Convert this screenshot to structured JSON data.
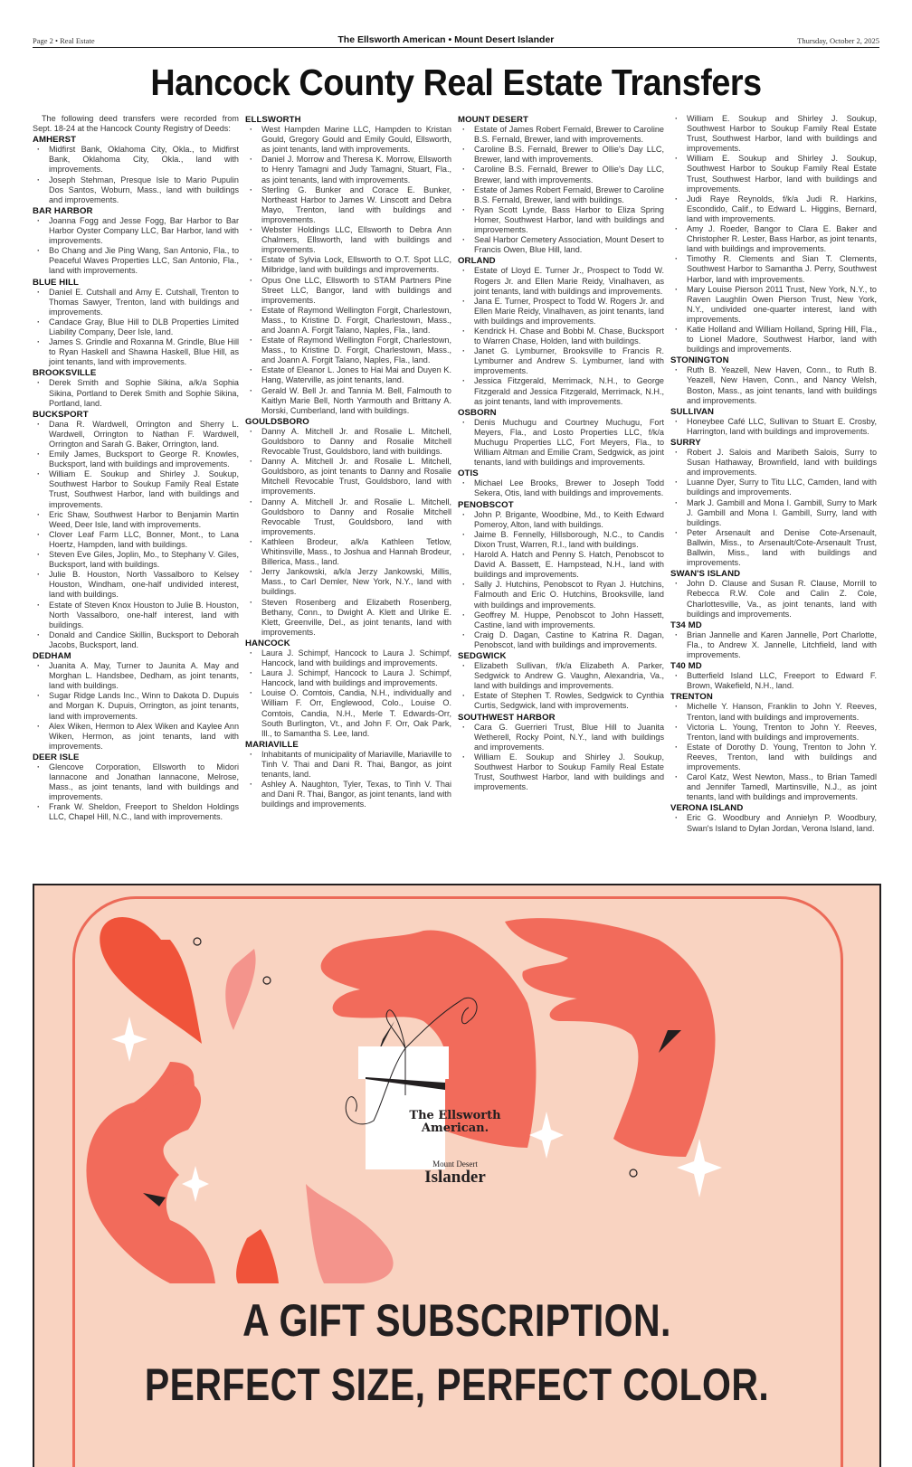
{
  "masthead": {
    "left": "Page 2 • Real Estate",
    "center": "The Ellsworth American • Mount Desert Islander",
    "right": "Thursday, October 2, 2025"
  },
  "headline": "Hancock County Real Estate Transfers",
  "intro": "The following deed transfers were recorded from Sept. 18-24 at the Hancock County Registry of Deeds:",
  "columns": [
    [
      {
        "town": "AMHERST",
        "entries": [
          "Midfirst Bank, Oklahoma City, Okla., to Midfirst Bank, Oklahoma City, Okla., land with improvements.",
          "Joseph Stehman, Presque Isle to Mario Pupulin Dos Santos, Woburn, Mass., land with buildings and improvements."
        ]
      },
      {
        "town": "BAR HARBOR",
        "entries": [
          "Joanna Fogg and Jesse Fogg, Bar Harbor to Bar Harbor Oyster Company LLC, Bar Harbor, land with improvements.",
          "Bo Chang and Jie Ping Wang, San Antonio, Fla., to Peaceful Waves Properties LLC, San Antonio, Fla., land with improvements."
        ]
      },
      {
        "town": "BLUE HILL",
        "entries": [
          "Daniel E. Cutshall and Amy E. Cutshall, Trenton to Thomas Sawyer, Trenton, land with buildings and improvements.",
          "Candace Gray, Blue Hill to DLB Properties Limited Liability Company, Deer Isle, land.",
          "James S. Grindle and Roxanna M. Grindle, Blue Hill to Ryan Haskell and Shawna Haskell, Blue Hill, as joint tenants, land with improvements."
        ]
      },
      {
        "town": "BROOKSVILLE",
        "entries": [
          "Derek Smith and Sophie Sikina, a/k/a Sophia Sikina, Portland to Derek Smith and Sophie Sikina, Portland, land."
        ]
      },
      {
        "town": "BUCKSPORT",
        "entries": [
          "Dana R. Wardwell, Orrington and Sherry L. Wardwell, Orrington to Nathan F. Wardwell, Orrington and Sarah G. Baker, Orrington, land.",
          "Emily James, Bucksport to George R. Knowles, Bucksport, land with buildings and improvements.",
          "William E. Soukup and Shirley J. Soukup, Southwest Harbor to Soukup Family Real Estate Trust, Southwest Harbor, land with buildings and improvements.",
          "Eric Shaw, Southwest Harbor to Benjamin Martin Weed, Deer Isle, land with improvements.",
          "Clover Leaf Farm LLC, Bonner, Mont., to Lana Hoertz, Hampden, land with buildings.",
          "Steven Eve Giles, Joplin, Mo., to Stephany V. Giles, Bucksport, land with buildings.",
          "Julie B. Houston, North Vassalboro to Kelsey Houston, Windham, one-half undivided interest, land with buildings.",
          "Estate of Steven Knox Houston to Julie B. Houston, North Vassalboro, one-half interest, land with buildings.",
          "Donald and Candice Skillin, Bucksport to Deborah Jacobs, Bucksport, land."
        ]
      },
      {
        "town": "DEDHAM",
        "entries": [
          "Juanita A. May, Turner to Jaunita A. May and Morghan L. Handsbee, Dedham, as joint tenants, land with buildings.",
          "Sugar Ridge Lands Inc., Winn to Dakota D. Dupuis and Morgan K. Dupuis, Orrington, as joint tenants, land with improvements.",
          "Alex Wiken, Hermon to Alex Wiken and Kaylee Ann Wiken, Hermon, as joint tenants, land with improvements."
        ]
      },
      {
        "town": "DEER ISLE",
        "entries": [
          "Glencove Corporation, Ellsworth to Midori Iannacone and Jonathan Iannacone, Melrose, Mass., as joint tenants, land with buildings and improvements.",
          "Frank W. Sheldon, Freeport to Sheldon Holdings LLC, Chapel Hill, N.C., land with improvements."
        ]
      }
    ],
    [
      {
        "town": "ELLSWORTH",
        "entries": [
          "West Hampden Marine LLC, Hampden to Kristan Gould, Gregory Gould and Emily Gould, Ellsworth, as joint tenants, land with improvements.",
          "Daniel J. Morrow and Theresa K. Morrow, Ellsworth to Henry Tamagni and Judy Tamagni, Stuart, Fla., as joint tenants, land with improvements.",
          "Sterling G. Bunker and Corace E. Bunker, Northeast Harbor to James W. Linscott and Debra Mayo, Trenton, land with buildings and improvements.",
          "Webster Holdings LLC, Ellsworth to Debra Ann Chalmers, Ellsworth, land with buildings and improvements.",
          "Estate of Sylvia Lock, Ellsworth to O.T. Spot LLC, Milbridge, land with buildings and improvements.",
          "Opus One LLC, Ellsworth to STAM Partners Pine Street LLC, Bangor, land with buildings and improvements.",
          "Estate of Raymond Wellington Forgit, Charlestown, Mass., to Kristine D. Forgit, Charlestown, Mass., and Joann A. Forgit Talano, Naples, Fla., land.",
          "Estate of Raymond Wellington Forgit, Charlestown, Mass., to Kristine D. Forgit, Charlestown, Mass., and Joann A. Forgit Talano, Naples, Fla., land.",
          "Estate of Eleanor L. Jones to Hai Mai and Duyen K. Hang, Waterville, as joint tenants, land.",
          "Gerald W. Bell Jr. and Tannia M. Bell, Falmouth to Kaitlyn Marie Bell, North Yarmouth and Brittany A. Morski, Cumberland, land with buildings."
        ]
      },
      {
        "town": "GOULDSBORO",
        "entries": [
          "Danny A. Mitchell Jr. and Rosalie L. Mitchell, Gouldsboro to Danny and Rosalie Mitchell Revocable Trust, Gouldsboro, land with buildings.",
          "Danny A. Mitchell Jr. and Rosalie L. Mitchell, Gouldsboro, as joint tenants to Danny and Rosalie Mitchell Revocable Trust, Gouldsboro, land with improvements.",
          "Danny A. Mitchell Jr. and Rosalie L. Mitchell, Gouldsboro to Danny and Rosalie Mitchell Revocable Trust, Gouldsboro, land with improvements.",
          "Kathleen Brodeur, a/k/a Kathleen Tetlow, Whitinsville, Mass., to Joshua and Hannah Brodeur, Billerica, Mass., land.",
          "Jerry Jankowski, a/k/a Jerzy Jankowski, Millis, Mass., to Carl Demler, New York, N.Y., land with buildings.",
          "Steven Rosenberg and Elizabeth Rosenberg, Bethany, Conn., to Dwight A. Klett and Ulrike E. Klett, Greenville, Del., as joint tenants, land with improvements."
        ]
      },
      {
        "town": "HANCOCK",
        "entries": [
          "Laura J. Schimpf, Hancock to Laura J. Schimpf, Hancock, land with buildings and improvements.",
          "Laura J. Schimpf, Hancock to Laura J. Schimpf, Hancock, land with buildings and improvements.",
          "Louise O. Comtois, Candia, N.H., individually and William F. Orr, Englewood, Colo., Louise O. Comtois, Candia, N.H., Merle T. Edwards-Orr, South Burlington, Vt., and John F. Orr, Oak Park, Ill., to Samantha S. Lee, land."
        ]
      },
      {
        "town": "MARIAVILLE",
        "entries": [
          "Inhabitants of municipality of Mariaville, Mariaville to Tinh V. Thai and Dani R. Thai, Bangor, as joint tenants, land.",
          "Ashley A. Naughton, Tyler, Texas, to Tinh V. Thai and Dani R. Thai, Bangor, as joint tenants, land with buildings and improvements."
        ]
      }
    ],
    [
      {
        "town": "MOUNT DESERT",
        "entries": [
          "Estate of James Robert Fernald, Brewer to Caroline B.S. Fernald, Brewer, land with improvements.",
          "Caroline B.S. Fernald, Brewer to Ollie's Day LLC, Brewer, land with improvements.",
          "Caroline B.S. Fernald, Brewer to Ollie's Day LLC, Brewer, land with improvements.",
          "Estate of James Robert Fernald, Brewer to Caroline B.S. Fernald, Brewer, land with buildings.",
          "Ryan Scott Lynde, Bass Harbor to Eliza Spring Homer, Southwest Harbor, land with buildings and improvements.",
          "Seal Harbor Cemetery Association, Mount Desert to Francis Owen, Blue Hill, land."
        ]
      },
      {
        "town": "ORLAND",
        "entries": [
          "Estate of Lloyd E. Turner Jr., Prospect to Todd W. Rogers Jr. and Ellen Marie Reidy, Vinalhaven, as joint tenants, land with buildings and improvements.",
          "Jana E. Turner, Prospect to Todd W. Rogers Jr. and Ellen Marie Reidy, Vinalhaven, as joint tenants, land with buildings and improvements.",
          "Kendrick H. Chase and Bobbi M. Chase, Bucksport to Warren Chase, Holden, land with buildings.",
          "Janet G. Lymburner, Brooksville to Francis R. Lymburner and Andrew S. Lymburner, land with improvements.",
          "Jessica Fitzgerald, Merrimack, N.H., to George Fitzgerald and Jessica Fitzgerald, Merrimack, N.H., as joint tenants, land with improvements."
        ]
      },
      {
        "town": "OSBORN",
        "entries": [
          "Denis Muchugu and Courtney Muchugu, Fort Meyers, Fla., and Losto Properties LLC, f/k/a Muchugu Properties LLC, Fort Meyers, Fla., to William Altman and Emilie Cram, Sedgwick, as joint tenants, land with buildings and improvements."
        ]
      },
      {
        "town": "OTIS",
        "entries": [
          "Michael Lee Brooks, Brewer to Joseph Todd Sekera, Otis, land with buildings and improvements."
        ]
      },
      {
        "town": "PENOBSCOT",
        "entries": [
          "John P. Brigante, Woodbine, Md., to Keith Edward Pomeroy, Alton, land with buildings.",
          "Jaime B. Fennelly, Hillsborough, N.C., to Candis Dixon Trust, Warren, R.I., land with buildings.",
          "Harold A. Hatch and Penny S. Hatch, Penobscot to David A. Bassett, E. Hampstead, N.H., land with buildings and improvements.",
          "Sally J. Hutchins, Penobscot to Ryan J. Hutchins, Falmouth and Eric O. Hutchins, Brooksville, land with buildings and improvements.",
          "Geoffrey M. Huppe, Penobscot to John Hassett, Castine, land with improvements.",
          "Craig D. Dagan, Castine to Katrina R. Dagan, Penobscot, land with buildings and improvements."
        ]
      },
      {
        "town": "SEDGWICK",
        "entries": [
          "Elizabeth Sullivan, f/k/a Elizabeth A. Parker, Sedgwick to Andrew G. Vaughn, Alexandria, Va., land with buildings and improvements.",
          "Estate of Stephen T. Rowles, Sedgwick to Cynthia Curtis, Sedgwick, land with improvements."
        ]
      },
      {
        "town": "SOUTHWEST HARBOR",
        "entries": [
          "Cara G. Guerrieri Trust, Blue Hill to Juanita Wetherell, Rocky Point, N.Y., land with buildings and improvements.",
          "William E. Soukup and Shirley J. Soukup, Southwest Harbor to Soukup Family Real Estate Trust, Southwest Harbor, land with buildings and improvements."
        ]
      }
    ],
    [
      {
        "town": "",
        "entries": [
          "William E. Soukup and Shirley J. Soukup, Southwest Harbor to Soukup Family Real Estate Trust, Southwest Harbor, land with buildings and improvements.",
          "William E. Soukup and Shirley J. Soukup, Southwest Harbor to Soukup Family Real Estate Trust, Southwest Harbor, land with buildings and improvements.",
          "Judi Raye Reynolds, f/k/a Judi R. Harkins, Escondido, Calif., to Edward L. Higgins, Bernard, land with improvements.",
          "Amy J. Roeder, Bangor to Clara E. Baker and Christopher R. Lester, Bass Harbor, as joint tenants, land with buildings and improvements.",
          "Timothy R. Clements and Sian T. Clements, Southwest Harbor to Samantha J. Perry, Southwest Harbor, land with improvements.",
          "Mary Louise Pierson 2011 Trust, New York, N.Y., to Raven Laughlin Owen Pierson Trust, New York, N.Y., undivided one-quarter interest, land with improvements.",
          "Katie Holland and William Holland, Spring Hill, Fla., to Lionel Madore, Southwest Harbor, land with buildings and improvements."
        ]
      },
      {
        "town": "STONINGTON",
        "entries": [
          "Ruth B. Yeazell, New Haven, Conn., to Ruth B. Yeazell, New Haven, Conn., and Nancy Welsh, Boston, Mass., as joint tenants, land with buildings and improvements."
        ]
      },
      {
        "town": "SULLIVAN",
        "entries": [
          "Honeybee Café LLC, Sullivan to Stuart E. Crosby, Harrington, land with buildings and improvements."
        ]
      },
      {
        "town": "SURRY",
        "entries": [
          "Robert J. Salois and Maribeth Salois, Surry to Susan Hathaway, Brownfield, land with buildings and improvements.",
          "Luanne Dyer, Surry to Titu LLC, Camden, land with buildings and improvements.",
          "Mark J. Gambill and Mona I. Gambill, Surry to Mark J. Gambill and Mona I. Gambill, Surry, land with buildings.",
          "Peter Arsenault and Denise Cote-Arsenault, Ballwin, Miss., to Arsenault/Cote-Arsenault Trust, Ballwin, Miss., land with buildings and improvements."
        ]
      },
      {
        "town": "SWAN'S ISLAND",
        "entries": [
          "John D. Clause and Susan R. Clause, Morrill to Rebecca R.W. Cole and Calin Z. Cole, Charlottesville, Va., as joint tenants, land with buildings and improvements."
        ]
      },
      {
        "town": "T34 MD",
        "entries": [
          "Brian Jannelle and Karen Jannelle, Port Charlotte, Fla., to Andrew X. Jannelle, Litchfield, land with improvements."
        ]
      },
      {
        "town": "T40 MD",
        "entries": [
          "Butterfield Island LLC, Freeport to Edward F. Brown, Wakefield, N.H., land."
        ]
      },
      {
        "town": "TRENTON",
        "entries": [
          "Michelle Y. Hanson, Franklin to John Y. Reeves, Trenton, land with buildings and improvements.",
          "Victoria L. Young, Trenton to John Y. Reeves, Trenton, land with buildings and improvements.",
          "Estate of Dorothy D. Young, Trenton to John Y. Reeves, Trenton, land with buildings and improvements.",
          "Carol Katz, West Newton, Mass., to Brian Tamedl and Jennifer Tamedl, Martinsville, N.J., as joint tenants, land with buildings and improvements."
        ]
      },
      {
        "town": "VERONA ISLAND",
        "entries": [
          "Eric G. Woodbury and Annielyn P. Woodbury, Swan's Island to Dylan Jordan, Verona Island, land."
        ]
      }
    ]
  ],
  "ad": {
    "logo_line1": "The Ellsworth",
    "logo_line2": "American.",
    "logo_small": "Mount Desert",
    "logo_big": "Islander",
    "headline_line1": "A GIFT SUBSCRIPTION.",
    "headline_line2": "PERFECT SIZE, PERFECT COLOR.",
    "colors": {
      "background": "#f9d3c1",
      "frame": "#ec6a58",
      "hand": "#f26b5b",
      "heart_dark": "#f0533a",
      "heart_light": "#f4948c",
      "text": "#231f20"
    }
  }
}
